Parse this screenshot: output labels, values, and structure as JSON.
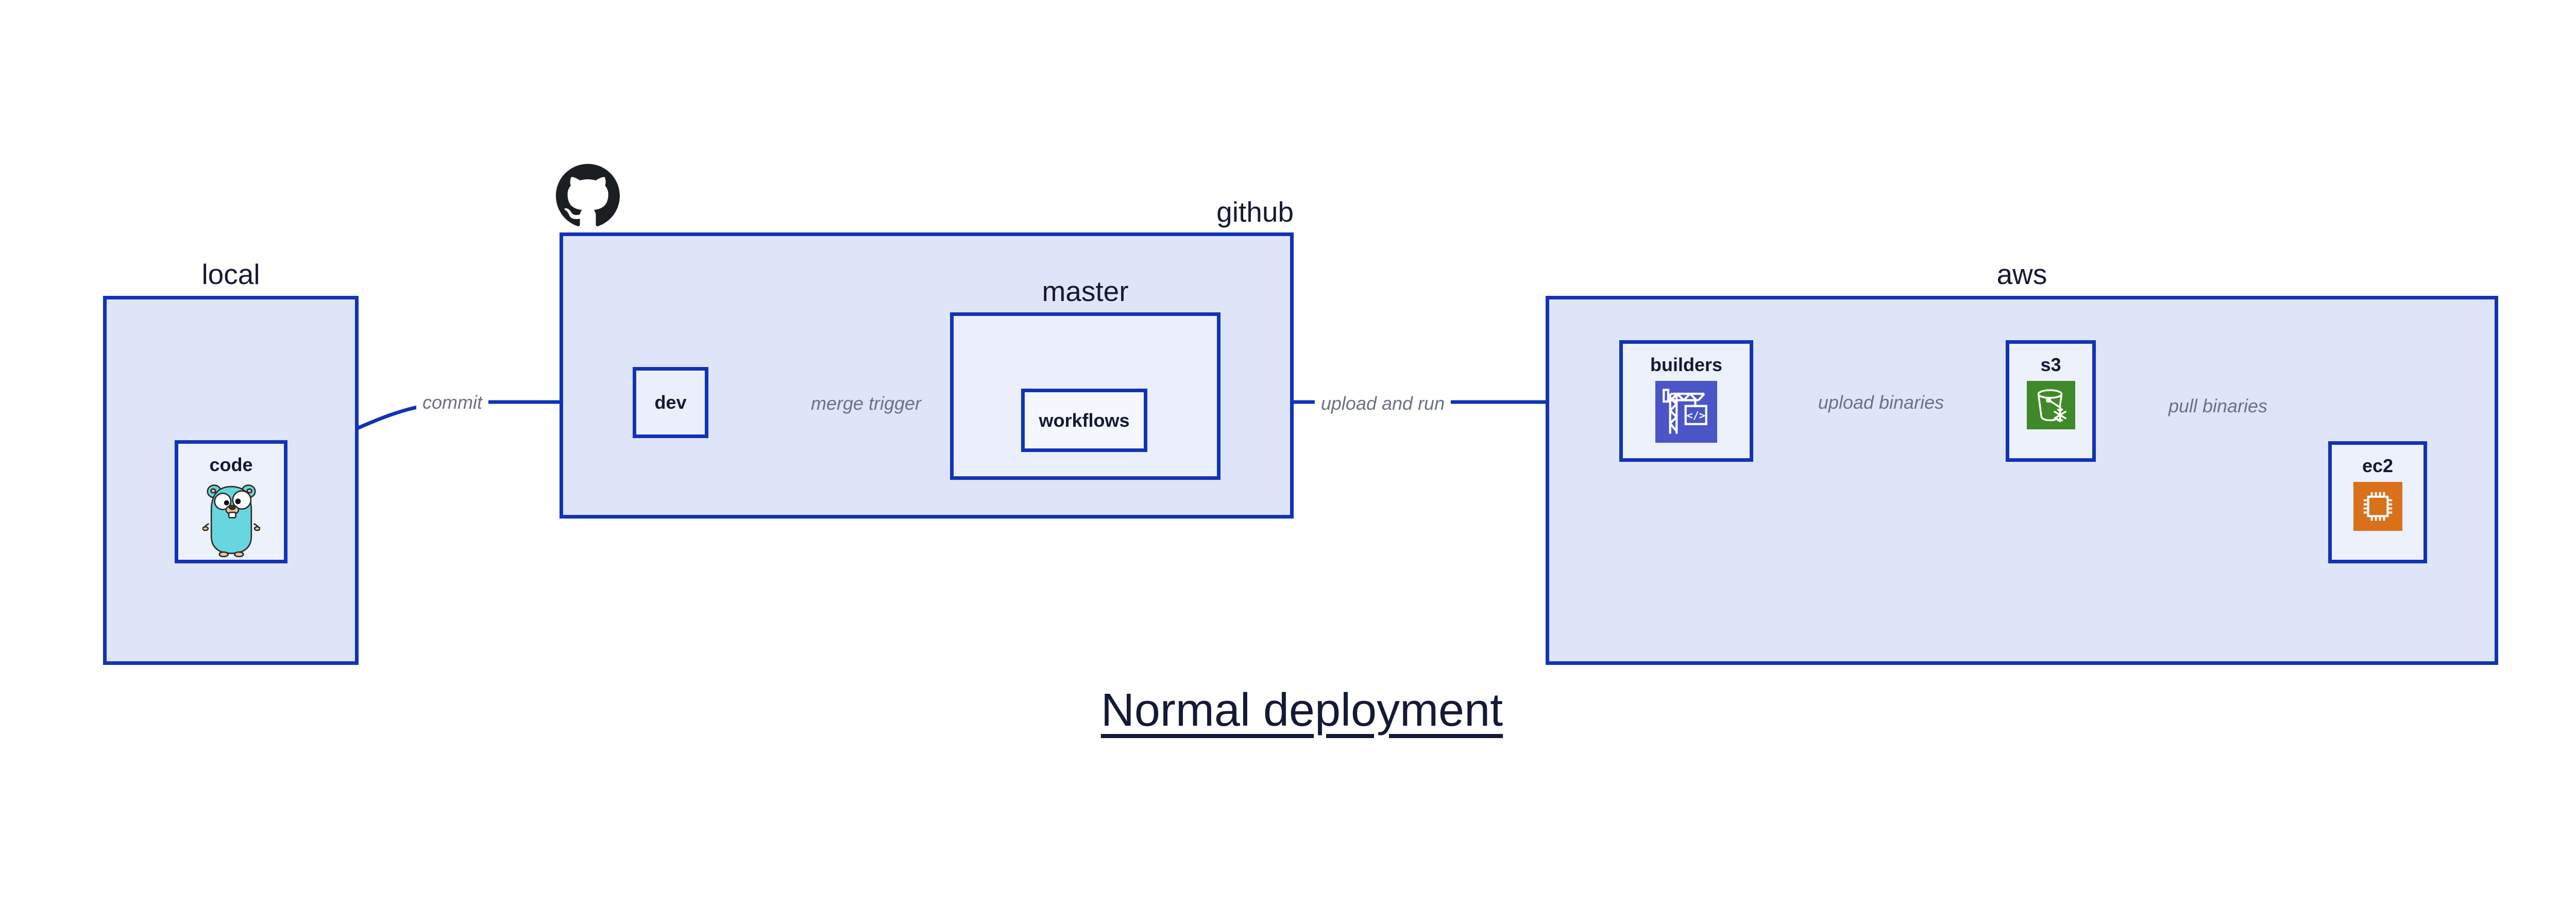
{
  "diagram": {
    "title": "Normal deployment",
    "containers": {
      "local": {
        "label": "local"
      },
      "github": {
        "label": "github"
      },
      "master": {
        "label": "master"
      },
      "aws": {
        "label": "aws"
      }
    },
    "nodes": {
      "code": {
        "label": "code",
        "icon": "go-gopher-icon"
      },
      "dev": {
        "label": "dev"
      },
      "workflows": {
        "label": "workflows"
      },
      "builders": {
        "label": "builders",
        "icon": "codebuild-crane-icon",
        "icon_code_glyph": "</>"
      },
      "s3": {
        "label": "s3",
        "icon": "s3-bucket-snowflake-icon"
      },
      "ec2": {
        "label": "ec2",
        "icon": "ec2-chip-icon"
      }
    },
    "edges": [
      {
        "from": "code",
        "to": "dev",
        "label": "commit"
      },
      {
        "from": "dev",
        "to": "workflows",
        "label": "merge trigger"
      },
      {
        "from": "workflows",
        "to": "builders",
        "label": "upload and run"
      },
      {
        "from": "builders",
        "to": "s3",
        "label": "upload binaries"
      },
      {
        "from": "s3",
        "to": "ec2",
        "label": "pull binaries"
      }
    ],
    "colors": {
      "stroke_blue": "#1233b4",
      "container_fill": "#dfe5f9",
      "node_fill": "#edf1fc",
      "inner_node_fill": "#f5f7fe",
      "label_navy": "#141a35",
      "edge_label_gray": "#6d7181",
      "codebuild_indigo": "#4a55c7",
      "s3_green": "#3f8a28",
      "ec2_orange": "#d9701a",
      "gopher_teal": "#67d6e0",
      "github_logo_black": "#1b1f23"
    }
  }
}
